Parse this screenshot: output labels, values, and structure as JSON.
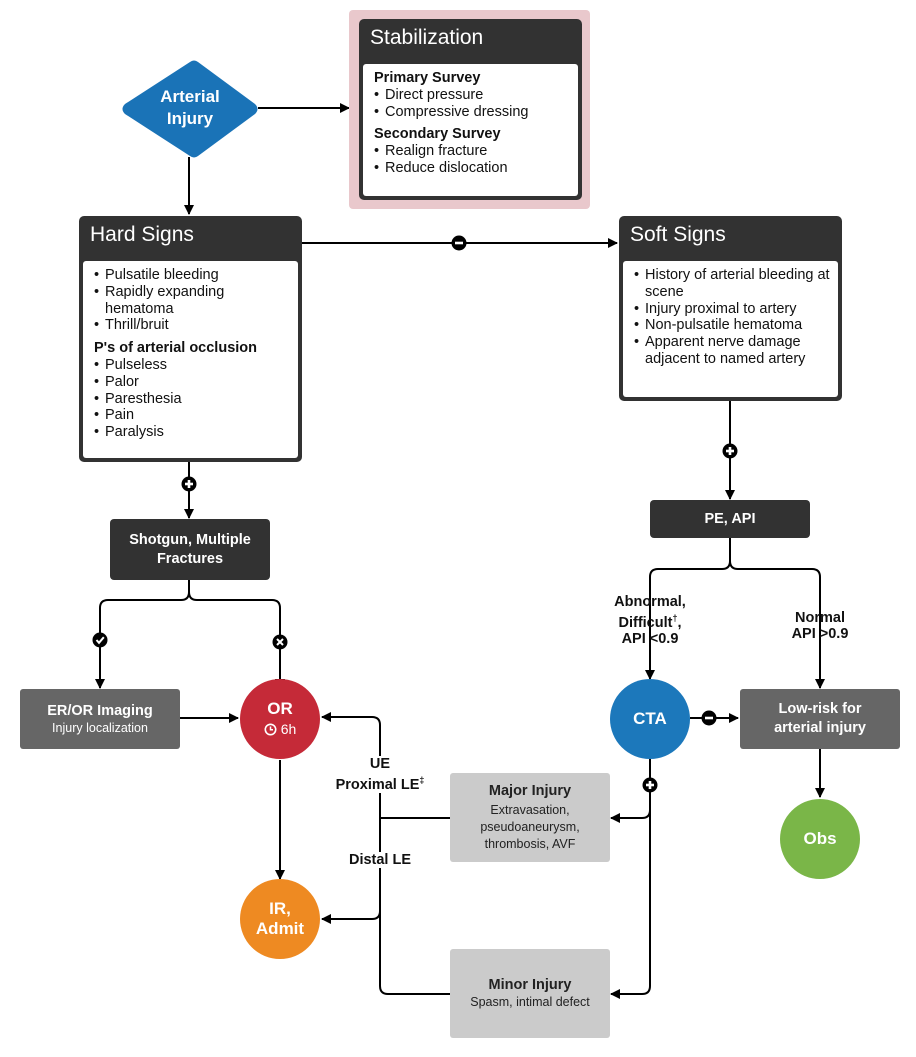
{
  "start": {
    "label": "Arterial Injury",
    "color": "#1a73b7"
  },
  "stabilization": {
    "title": "Stabilization",
    "highlight_color": "#e9c8cc",
    "primary_heading": "Primary Survey",
    "primary_items": [
      "Direct pressure",
      "Compressive dressing"
    ],
    "secondary_heading": "Secondary Survey",
    "secondary_items": [
      "Realign fracture",
      "Reduce dislocation"
    ]
  },
  "hard_signs": {
    "title": "Hard Signs",
    "items": [
      "Pulsatile bleeding",
      "Rapidly expanding hematoma",
      "Thrill/bruit"
    ],
    "occlusion_heading": "P's of arterial occlusion",
    "occlusion_items": [
      "Pulseless",
      "Palor",
      "Paresthesia",
      "Pain",
      "Paralysis"
    ]
  },
  "soft_signs": {
    "title": "Soft Signs",
    "items": [
      "History of arterial bleeding at scene",
      "Injury proximal to artery",
      "Non-pulsatile hematoma",
      "Apparent nerve damage adjacent to named artery"
    ]
  },
  "shotgun": {
    "label": "Shotgun, Multiple Fractures"
  },
  "pe_api": {
    "label": "PE, API"
  },
  "er_or": {
    "title": "ER/OR Imaging",
    "subtitle": "Injury localization"
  },
  "or": {
    "title": "OR",
    "time": "6h",
    "color": "#c52a38"
  },
  "ir": {
    "title": "IR, Admit",
    "color": "#ee8a22"
  },
  "cta": {
    "title": "CTA",
    "color": "#1c78bb"
  },
  "low_risk": {
    "title": "Low-risk for arterial injury"
  },
  "obs": {
    "title": "Obs",
    "color": "#7ab648"
  },
  "major": {
    "title": "Major Injury",
    "detail": "Extravasation, pseudoaneurysm, thrombosis, AVF"
  },
  "minor": {
    "title": "Minor Injury",
    "detail": "Spasm, intimal defect"
  },
  "edge_labels": {
    "abnormal_line1": "Abnormal,",
    "abnormal_line2": "Difficult",
    "abnormal_mark": "†",
    "abnormal_line2_end": ",",
    "abnormal_line3": "API <0.9",
    "normal_line1": "Normal",
    "normal_line2": "API >0.9",
    "ue_line1": "UE",
    "ue_line2": "Proximal LE",
    "ue_mark": "‡",
    "distal": "Distal LE"
  },
  "symbols": {
    "plus": "plus-marker",
    "minus": "minus-marker",
    "check": "check-marker",
    "cross": "cross-marker",
    "clock": "clock-icon"
  }
}
